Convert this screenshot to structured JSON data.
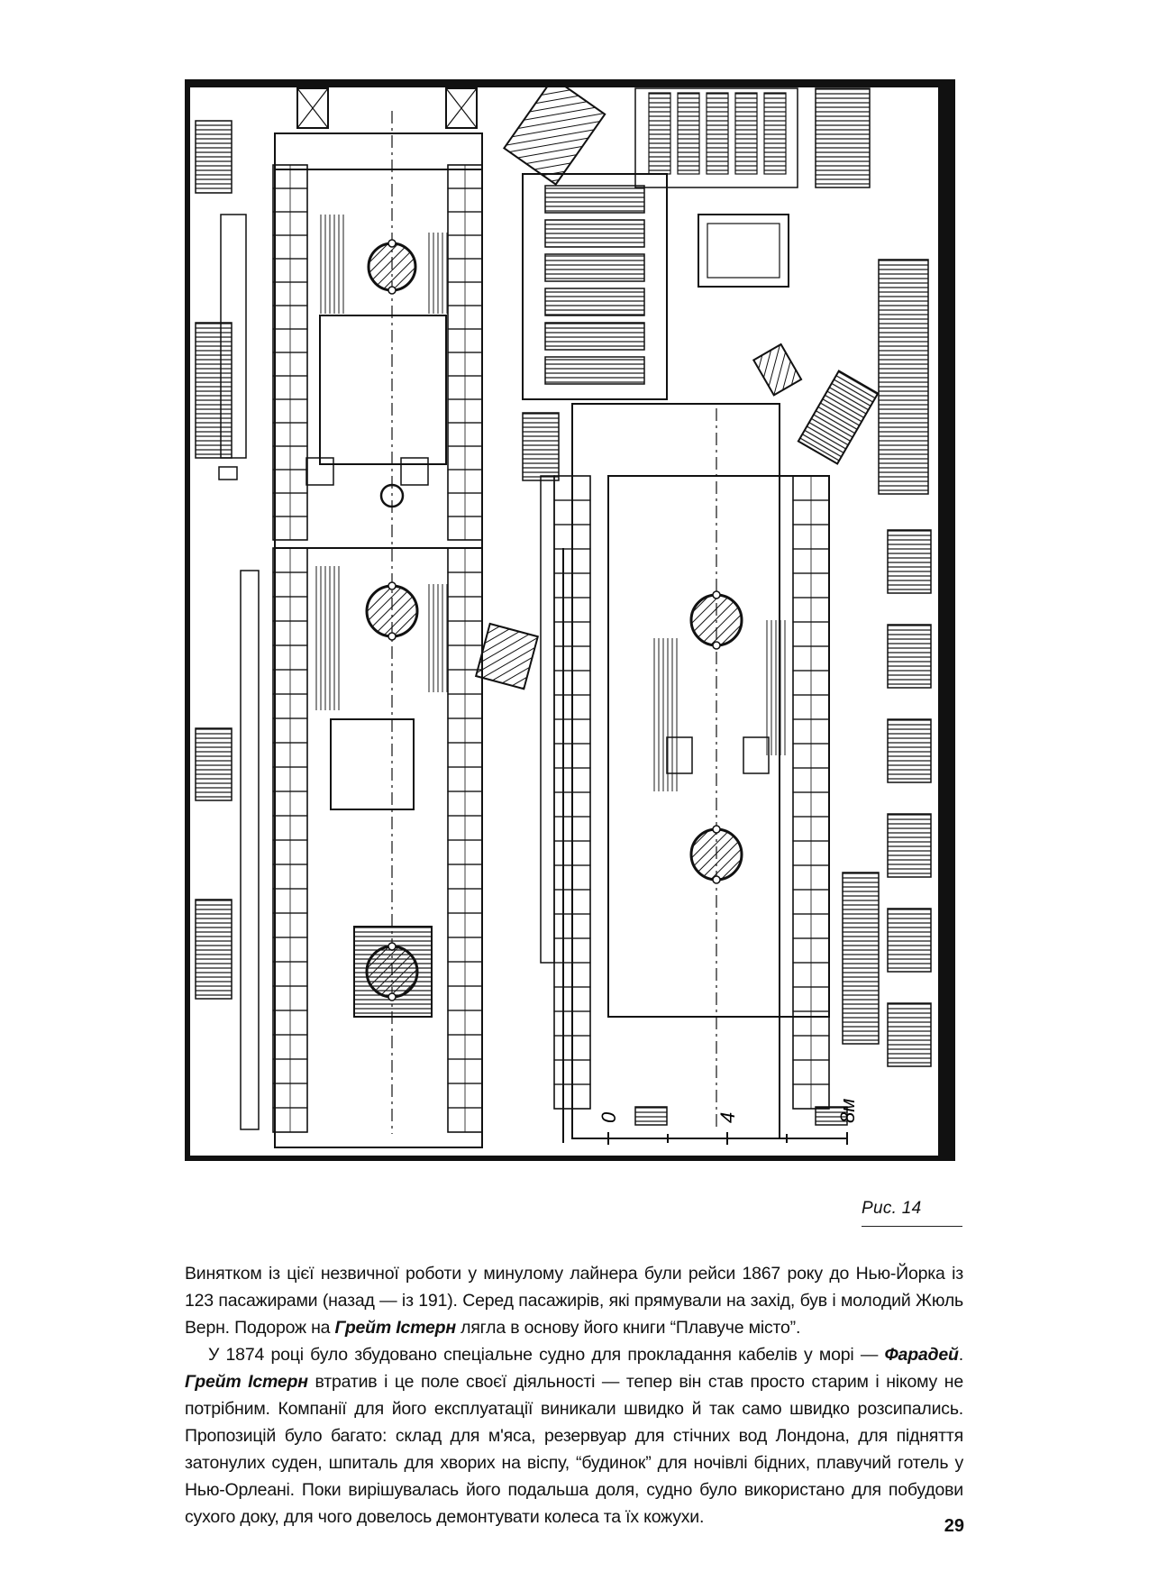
{
  "figure": {
    "scale_labels": [
      "0",
      "4",
      "8м"
    ]
  },
  "caption": "Рис. 14",
  "paragraphs": [
    {
      "segments": [
        {
          "text": "Винятком із цієї незвичної роботи у минулому лайнера були рейси 1867 року до Нью-Йорка із 123 пасажирами (назад — із 191). Серед пасажирів, які прямували на захід, був і молодий Жюль Верн. Подорож на ",
          "style": "normal"
        },
        {
          "text": "Грейт Істерн",
          "style": "bold-italic"
        },
        {
          "text": " лягла в основу його книги “Плавуче місто”.",
          "style": "normal"
        }
      ]
    },
    {
      "segments": [
        {
          "text": "У 1874 році було збудовано спеціальне судно для прокладання кабелів у морі — ",
          "style": "normal"
        },
        {
          "text": "Фарадей",
          "style": "bold-italic"
        },
        {
          "text": ". ",
          "style": "normal"
        },
        {
          "text": "Грейт Істерн",
          "style": "bold-italic"
        },
        {
          "text": " втратив і це поле своєї діяльності — тепер він став просто старим і нікому не потрібним. Компанії для його експлуатації виникали швидко й так само швидко розсипались. Пропозицій було багато: склад для м'яса, резервуар для стічних вод Лондона, для підняття затонулих суден, шпиталь для хворих на віспу, “будинок” для ночівлі бідних, плавучий готель у Нью-Орлеані. Поки вирішувалась його подальша доля, судно було використано для побудови сухого доку, для чого довелось демонтувати колеса та їх кожухи.",
          "style": "normal"
        }
      ]
    }
  ],
  "page_number": "29"
}
